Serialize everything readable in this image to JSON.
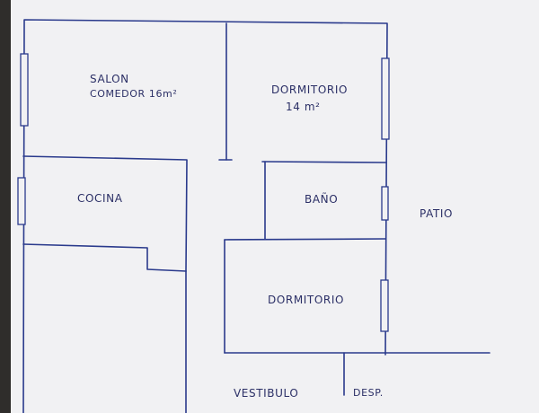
{
  "plan": {
    "ink_color": "#2a3a8c",
    "paper_color": "#f1f1f3",
    "rooms": {
      "salon": {
        "name": "SALON",
        "detail": "COMEDOR 16m²"
      },
      "dormitorio_1": {
        "name": "DORMITORIO",
        "detail": "14 m²"
      },
      "cocina": {
        "name": "COCINA"
      },
      "bano": {
        "name": "BAÑO"
      },
      "patio": {
        "name": "PATIO"
      },
      "dormitorio_2": {
        "name": "DORMITORIO"
      },
      "vestibulo": {
        "name": "VESTIBULO"
      },
      "despensa": {
        "name": "DESP."
      }
    }
  }
}
